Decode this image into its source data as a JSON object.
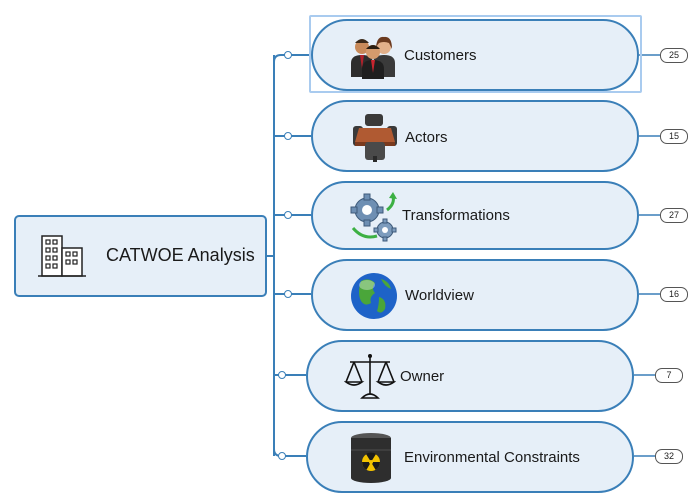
{
  "root": {
    "label": "CATWOE Analysis",
    "icon": "office-building-icon"
  },
  "nodes": [
    {
      "label": "Customers",
      "count": "25",
      "icon": "business-people-icon",
      "selected": true
    },
    {
      "label": "Actors",
      "count": "15",
      "icon": "meeting-table-icon"
    },
    {
      "label": "Transformations",
      "count": "27",
      "icon": "gears-icon"
    },
    {
      "label": "Worldview",
      "count": "16",
      "icon": "globe-icon"
    },
    {
      "label": "Owner",
      "count": "7",
      "icon": "balance-scale-icon"
    },
    {
      "label": "Environmental Constraints",
      "count": "32",
      "icon": "radioactive-barrel-icon"
    }
  ],
  "colors": {
    "connector": "#3a7fb8",
    "node_fill": "#e6eff8",
    "selection": "#a9cbef"
  }
}
